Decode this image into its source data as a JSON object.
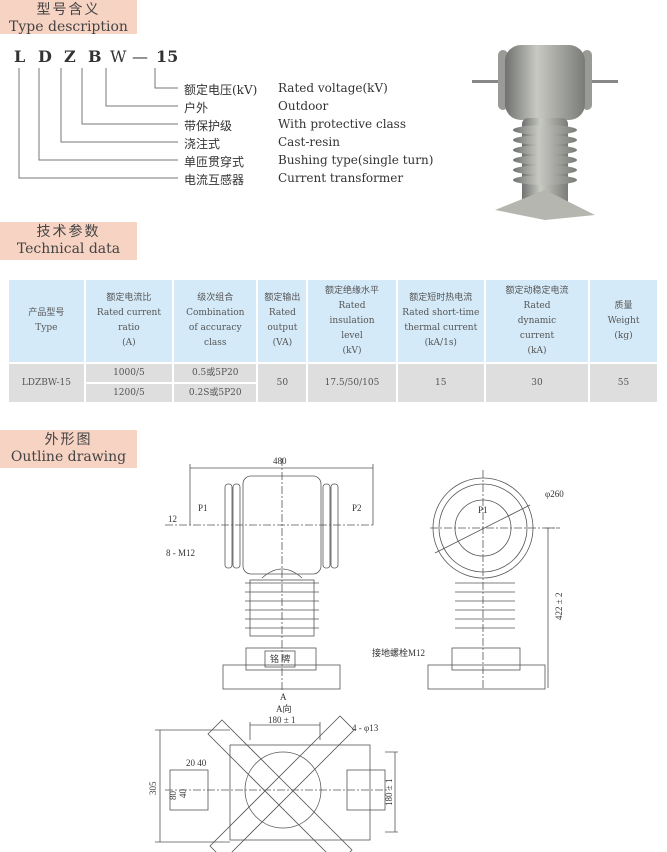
{
  "sections": {
    "type_desc": {
      "cn": "型号含义",
      "en": "Type description"
    },
    "tech": {
      "cn": "技术参数",
      "en": "Technical data"
    },
    "outline": {
      "cn": "外形图",
      "en": "Outline drawing"
    }
  },
  "model_code": [
    "L",
    "D",
    "Z",
    "B",
    "W",
    "—",
    "15"
  ],
  "meanings": [
    {
      "cn": "额定电压(kV)",
      "en": "Rated voltage(kV)"
    },
    {
      "cn": "户外",
      "en": "Outdoor"
    },
    {
      "cn": "带保护级",
      "en": "With protective class"
    },
    {
      "cn": "浇注式",
      "en": "Cast-resin"
    },
    {
      "cn": "单匝贯穿式",
      "en": "Bushing type(single turn)"
    },
    {
      "cn": "电流互感器",
      "en": "Current transformer"
    }
  ],
  "table": {
    "headers": [
      {
        "cn": "产品型号",
        "en": "Type"
      },
      {
        "cn": "额定电流比",
        "en": "Rated current ratio",
        "unit": "(A)"
      },
      {
        "cn": "级次组合",
        "en": "Combination of accuracy class"
      },
      {
        "cn": "额定输出",
        "en": "Rated output",
        "unit": "(VA)"
      },
      {
        "cn": "额定绝缘水平",
        "en": "Rated insulation level",
        "unit": "(kV)"
      },
      {
        "cn": "额定短时热电流",
        "en": "Rated short-time thermal current",
        "unit": "(kA/1s)"
      },
      {
        "cn": "额定动稳定电流",
        "en": "Rated dynamic current",
        "unit": "(kA)"
      },
      {
        "cn": "质量",
        "en": "Weight",
        "unit": "(kg)"
      }
    ],
    "row": {
      "type": "LDZBW-15",
      "ratio": [
        "1000/5",
        "1200/5"
      ],
      "accuracy": [
        "0.5或5P20",
        "0.2S或5P20"
      ],
      "output": "50",
      "insulation": "17.5/50/105",
      "thermal": "15",
      "dynamic": "30",
      "weight": "55"
    }
  },
  "drawing": {
    "width_dim": "480",
    "p1": "P1",
    "p2": "P2",
    "dim_12": "12",
    "bolts": "8 - M12",
    "dia": "φ260",
    "height_dim": "422 ± 2",
    "ground_bolt": "接地螺栓M12",
    "nameplate": "铭 牌",
    "arrow_a": "A",
    "view_a": "A向",
    "base_w": "180 ± 1",
    "holes": "4 - φ13",
    "d20_40": "20 40",
    "d80": "80",
    "d40": "40",
    "d305": "305",
    "base_h": "180 ± 1"
  }
}
